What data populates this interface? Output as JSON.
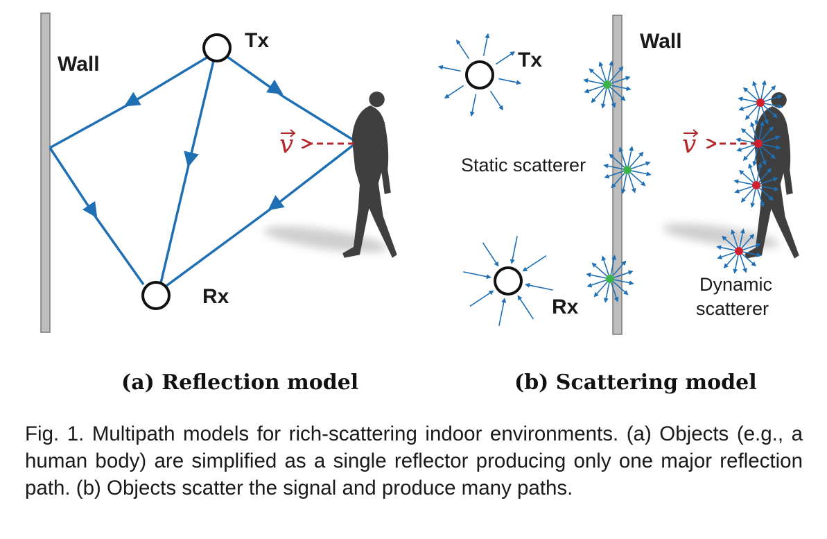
{
  "panel_a": {
    "wall_label": "Wall",
    "tx_label": "Tx",
    "rx_label": "Rx",
    "velocity_label": "v",
    "subcaption": "(a) Reflection model"
  },
  "panel_b": {
    "wall_label": "Wall",
    "tx_label": "Tx",
    "rx_label": "Rx",
    "velocity_label": "v",
    "static_label": "Static scatterer",
    "dynamic_label_line1": "Dynamic",
    "dynamic_label_line2": "scatterer",
    "subcaption": "(b) Scattering model"
  },
  "caption": "Fig. 1. Multipath models for rich-scattering indoor environments. (a) Objects (e.g., a human body) are simplified as a single reflector producing only one major reflection path. (b) Objects scatter the signal and produce many paths.",
  "colors": {
    "path_blue": "#1f6fb5",
    "velocity_red": "#b5262b",
    "static_green": "#3cb34a",
    "dynamic_red": "#d11f2e",
    "wall_gray": "#bdbdbd",
    "human_gray": "#3f3f3f"
  }
}
